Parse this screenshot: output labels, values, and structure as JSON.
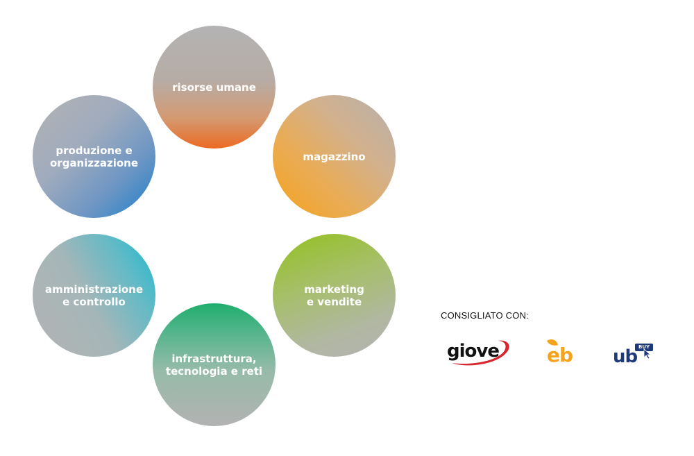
{
  "circles": {
    "risorse": "risorse umane",
    "magazzino": "magazzino",
    "marketing": "marketing\ne vendite",
    "infra": "infrastruttura,\ntecnologia e reti",
    "ammin": "amministrazione\ne controllo",
    "produzione": "produzione e\norganizzazione"
  },
  "recommended": {
    "label": "CONSIGLIATO CON:",
    "logos": [
      {
        "name": "giove",
        "text": "giove",
        "color": "#111111",
        "accent": "#d7262d"
      },
      {
        "name": "eb",
        "text": "eb",
        "color": "#f5a21c"
      },
      {
        "name": "ub",
        "text": "ub",
        "badge": "BUY",
        "color": "#1f3a7a"
      }
    ]
  },
  "colors": {
    "orange_red": "#ec6a22",
    "orange": "#f5a21c",
    "green_lime": "#93c01f",
    "green": "#1fae6c",
    "cyan": "#1ab8cf",
    "blue": "#1a7fca",
    "gray": "#b3b3b3"
  }
}
